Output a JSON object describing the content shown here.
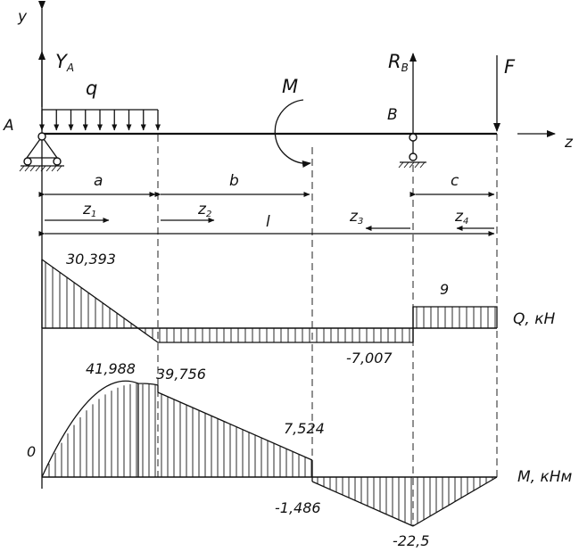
{
  "beam": {
    "axis_y": "y",
    "axis_z": "z",
    "reaction_a": "Y",
    "reaction_a_sub": "A",
    "reaction_b": "R",
    "reaction_b_sub": "B",
    "load_q": "q",
    "moment": "M",
    "force": "F",
    "support_a": "A",
    "support_b": "B"
  },
  "dimensions": {
    "a": "a",
    "b": "b",
    "c": "c",
    "l": "l",
    "z1": "z",
    "z1_sub": "1",
    "z2": "z",
    "z2_sub": "2",
    "z3": "z",
    "z3_sub": "3",
    "z4": "z",
    "z4_sub": "4"
  },
  "shear_diagram": {
    "axis_label": "Q, кН",
    "label_max": "30,393",
    "label_right": "9",
    "label_min": "-7,007",
    "values": [
      30.393,
      -7.007,
      -7.007,
      9,
      9
    ]
  },
  "moment_diagram": {
    "axis_label": "M, кНм",
    "label_start": "0",
    "label_peak": "41,988",
    "label_jump_right": "39,756",
    "label_before_moment": "7,524",
    "label_after_moment": "-1,486",
    "label_support_b": "-22,5",
    "values": [
      0,
      41.988,
      39.756,
      7.524,
      -1.486,
      -22.5,
      0
    ]
  }
}
